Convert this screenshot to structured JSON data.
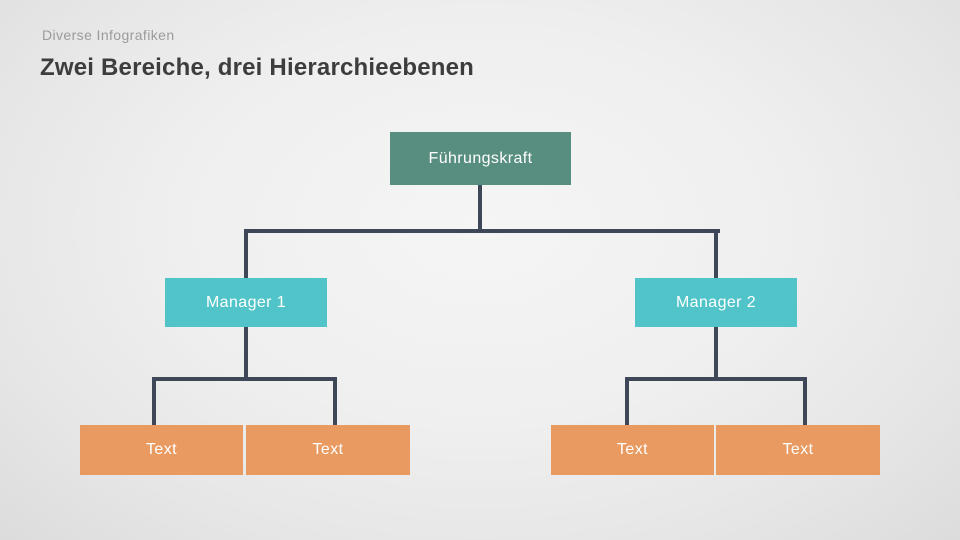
{
  "header": {
    "eyebrow": "Diverse Infografiken",
    "title": "Zwei Bereiche, drei Hierarchieebenen"
  },
  "org_chart": {
    "type": "hierarchy",
    "levels": 3,
    "root": {
      "label": "Führungskraft"
    },
    "managers": [
      {
        "label": "Manager 1"
      },
      {
        "label": "Manager 2"
      }
    ],
    "leaves": [
      {
        "label": "Text"
      },
      {
        "label": "Text"
      },
      {
        "label": "Text"
      },
      {
        "label": "Text"
      }
    ],
    "colors": {
      "root": "#578e80",
      "manager": "#50c4c8",
      "leaf": "#e99a61",
      "connector": "#3d4757",
      "node_text": "#ffffff"
    }
  }
}
